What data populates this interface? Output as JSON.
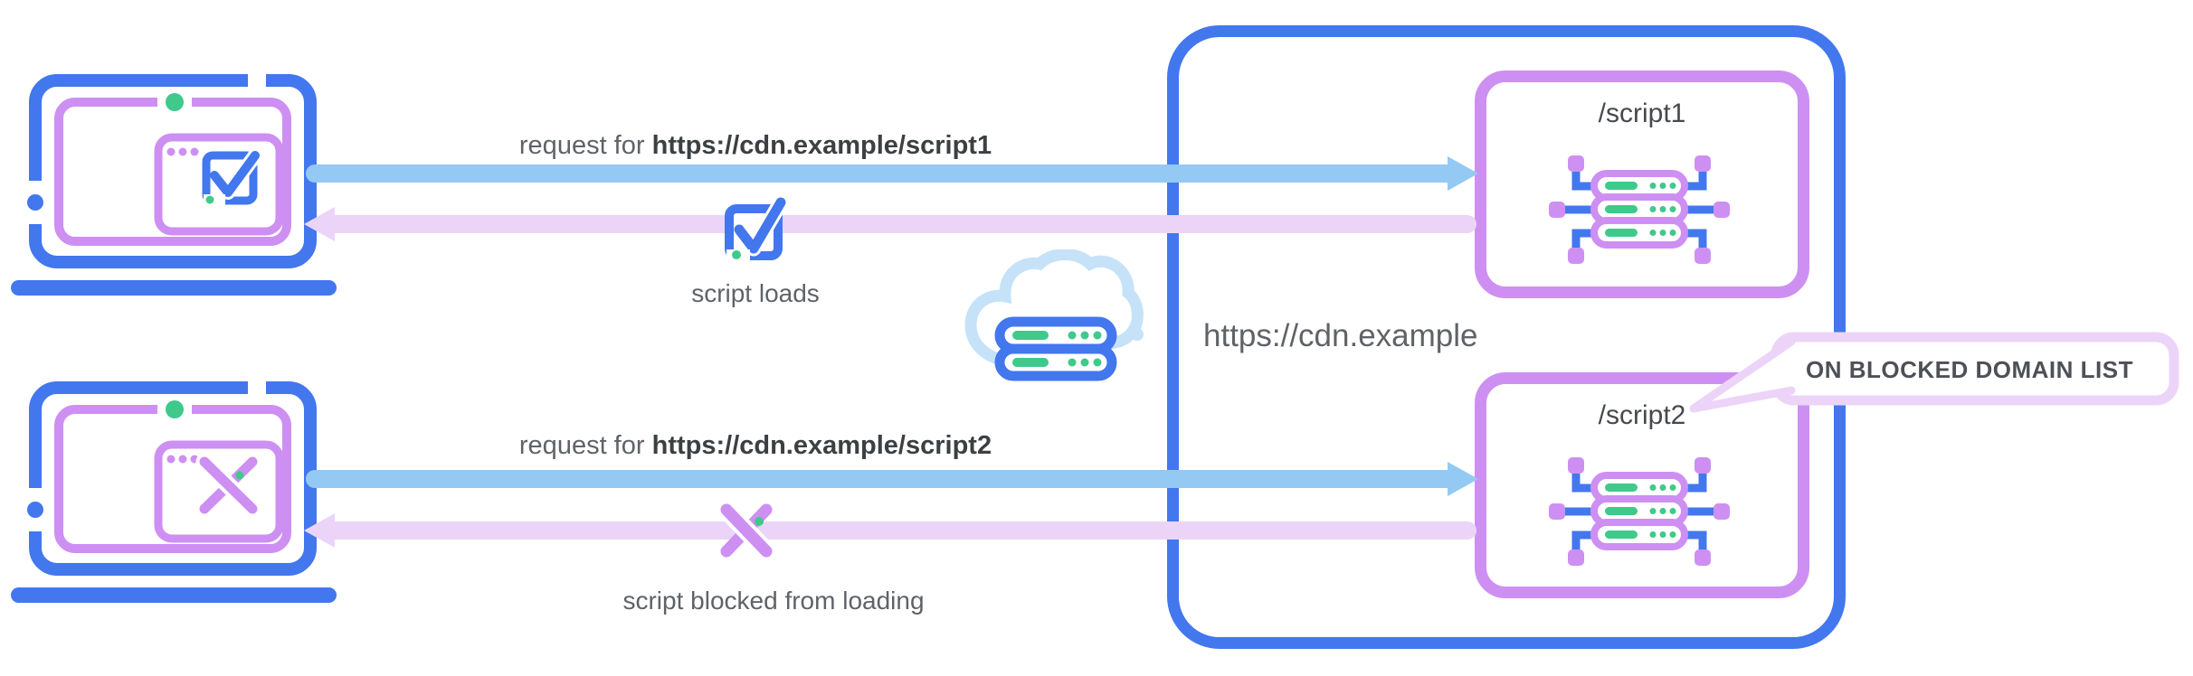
{
  "lane1": {
    "request_prefix": "request for",
    "request_url": "https://cdn.example/script1",
    "result": "script loads"
  },
  "lane2": {
    "request_prefix": "request for",
    "request_url": "https://cdn.example/script2",
    "result": "script blocked from loading"
  },
  "cdn": {
    "domain": "https://cdn.example",
    "script1": "/script1",
    "script2": "/script2",
    "callout": "ON BLOCKED DOMAIN LIST"
  },
  "icons": {
    "client_success": "laptop-check-icon",
    "client_blocked": "laptop-x-icon",
    "success": "check-square-icon",
    "blocked": "x-mark-icon",
    "edge": "cloud-server-icon",
    "origin": "server-cluster-icon"
  },
  "colors": {
    "blue": "#4377ee",
    "light_blue": "#94c9f4",
    "purple": "#ce8ff2",
    "light_purple": "#ecd4f8",
    "green": "#3fc98b",
    "cloud_blue": "#c5e2f8",
    "text": "#5f6368",
    "text_dark": "#3c4043",
    "callout_text": "#4d5156"
  }
}
